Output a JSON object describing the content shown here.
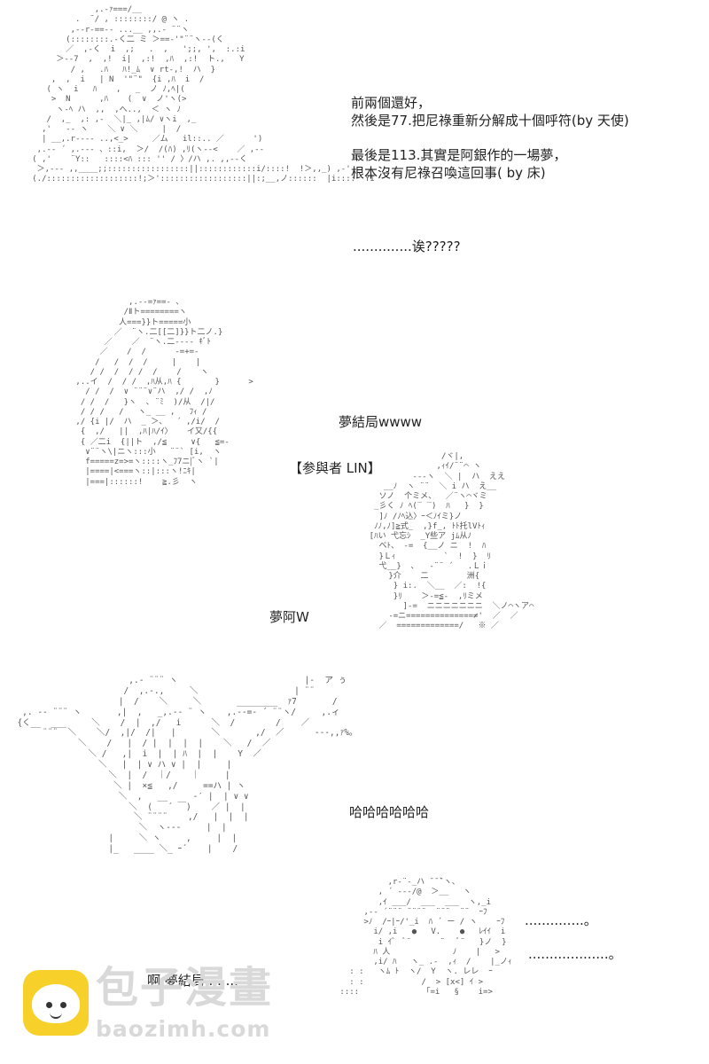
{
  "dialogue": {
    "line1": "前兩個還好，",
    "line2": "然後是77.把尼祿重新分解成十個呼符(by 天使)",
    "line3": "最後是113.其實是阿銀作的一場夢，",
    "line4": "根本沒有尼祿召喚這回事( by 床)",
    "line5": "..............诶?????",
    "line6": "夢結局wwww",
    "line7": "【参與者  LIN】",
    "line8": "夢阿W",
    "line9": "哈哈哈哈哈哈",
    "line10": "..............。",
    "line11": "...................。",
    "line12": "啊    夢結局........"
  },
  "watermark": {
    "brand_cn": "包子漫畫",
    "brand_en": "baozimh.com"
  }
}
